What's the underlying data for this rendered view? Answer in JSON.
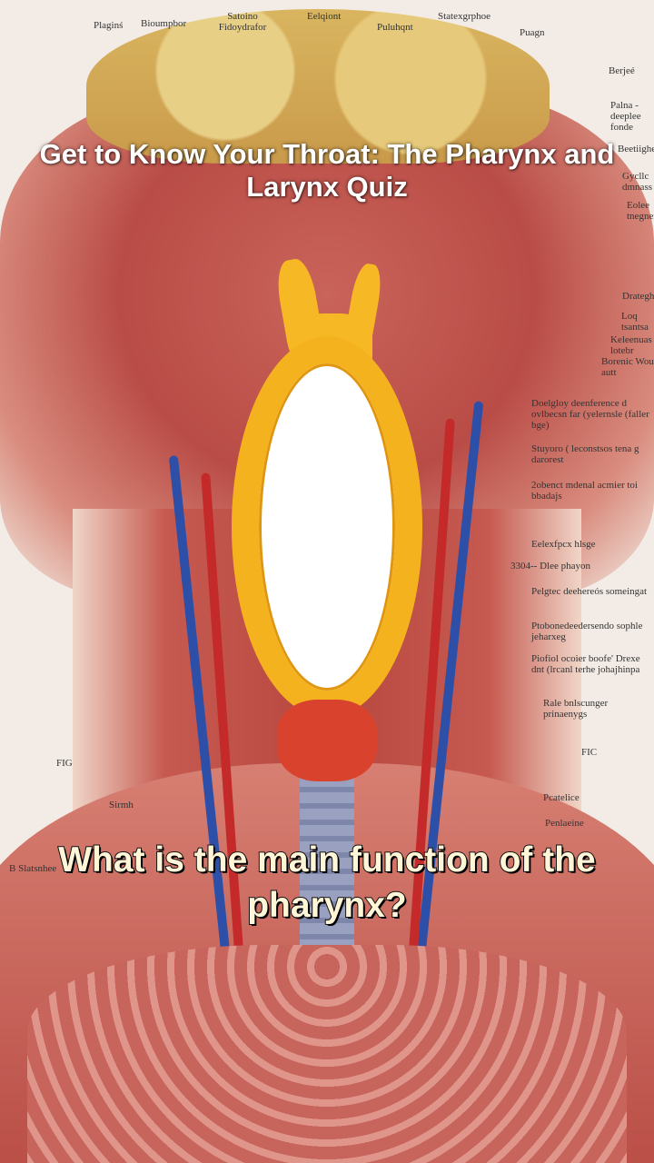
{
  "title": "Get to Know Your Throat: The Pharynx and Larynx Quiz",
  "question": "What is the main function of the pharynx?",
  "illustration_labels": {
    "top": [
      "Plaginś",
      "Bioumpbor",
      "Satoino Fidoydrafor",
      "Eelqiont",
      "Puluhqnt",
      "Statexgrphoe",
      "Puagn"
    ],
    "right": [
      "Berjeé",
      "Palna - deeplee fonde",
      "Beetiighe",
      "Gycllc dmnass",
      "Eolee tnegner",
      "Drategh",
      "Loq tsantsa",
      "Keleenuas lotebr",
      "Borenic Wou autt",
      "Doelgloy deenference d ovlbecsn far (yelernsle (faller bge)",
      "Stuyoro ( leconstsos tena g darorest",
      "2obenct mdenal acmier toi bbadajs",
      "Eelexfpcx hlsge",
      "3304-- Dlee phayon",
      "Pelgtec deehereós someingat",
      "Ptobonedeedersendo sophle jeharxeg",
      "Piofiol ocoier boofe' Drexe dnt (lrcanl terhe johajhinpa",
      "Rale bnlscunger prinaenygs",
      "FIC",
      "Pcatelice",
      "Penlaeine"
    ],
    "left": [
      "FIG",
      "B Slatsnhee",
      "Sirmh"
    ]
  },
  "colors": {
    "title_text": "#ffffff",
    "question_fill": "#fff6d8",
    "question_outline": "#111111",
    "ring": "#f5b21f"
  }
}
